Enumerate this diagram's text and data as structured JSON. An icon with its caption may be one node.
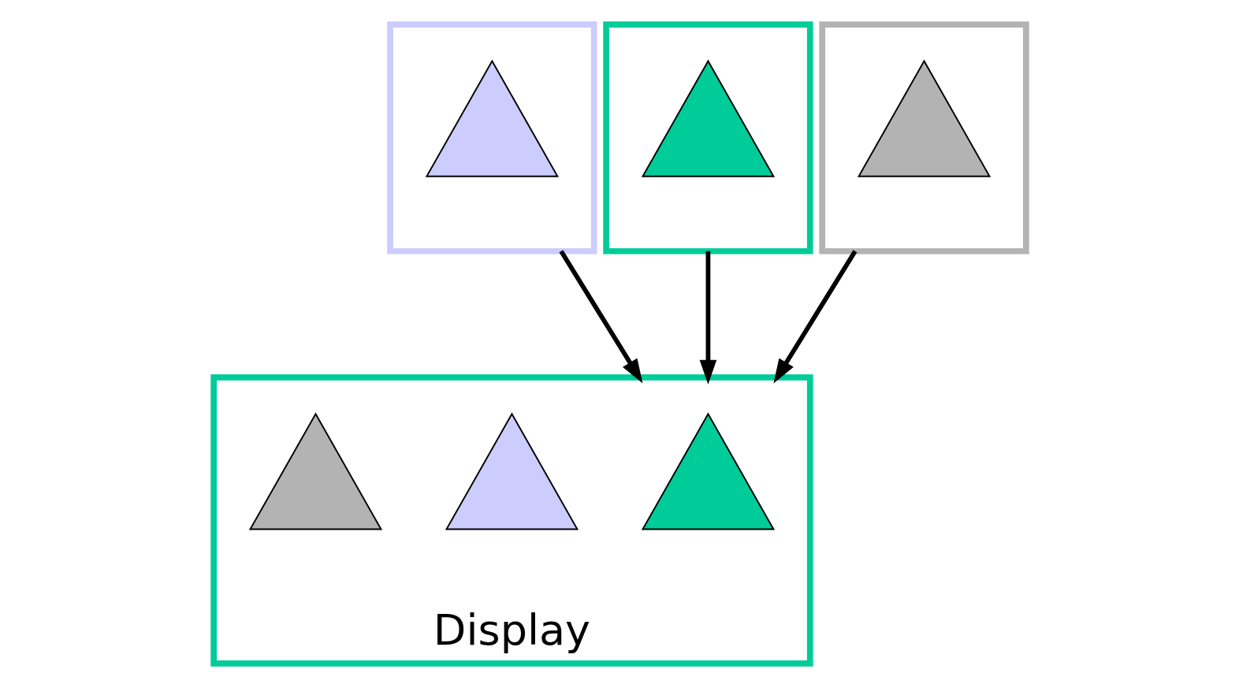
{
  "diagram": {
    "nodes": [
      {
        "text": [],
        "shape": "box"
      },
      {
        "text": [],
        "shape": "triangle",
        "in": 0
      },
      {
        "text": [],
        "shape": "box"
      },
      {
        "text": [],
        "shape": "triangle",
        "in": 2
      },
      {
        "text": [],
        "shape": "box"
      },
      {
        "text": [],
        "shape": "triangle",
        "in": 4
      },
      {
        "text": [
          "Display"
        ]
      },
      {
        "text": [],
        "shape": "triangle",
        "in": 6
      },
      {
        "text": [],
        "shape": "triangle",
        "in": 6
      },
      {
        "text": [],
        "shape": "triangle",
        "in": 6
      }
    ],
    "edges": [
      {
        "from": 0,
        "to": 6,
        "arrow": "to"
      },
      {
        "from": 2,
        "to": 6,
        "arrow": "to"
      },
      {
        "from": 4,
        "to": 6,
        "arrow": "to"
      }
    ]
  }
}
